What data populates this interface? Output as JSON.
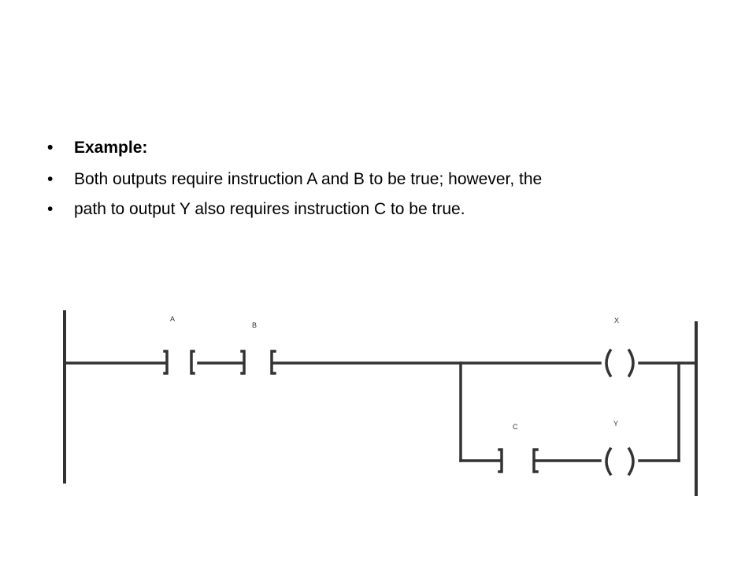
{
  "bullets": [
    {
      "marker": "•",
      "text": "Example:"
    },
    {
      "marker": "•",
      "text": "Both outputs require instruction A and B to be true; however, the"
    },
    {
      "marker": "•",
      "text": "path to output Y also requires instruction C to be true."
    }
  ],
  "diagram": {
    "contacts": {
      "a": {
        "label": "A"
      },
      "b": {
        "label": "B"
      },
      "c": {
        "label": "C"
      }
    },
    "coils": {
      "x": {
        "label": "X"
      },
      "y": {
        "label": "Y"
      }
    }
  }
}
